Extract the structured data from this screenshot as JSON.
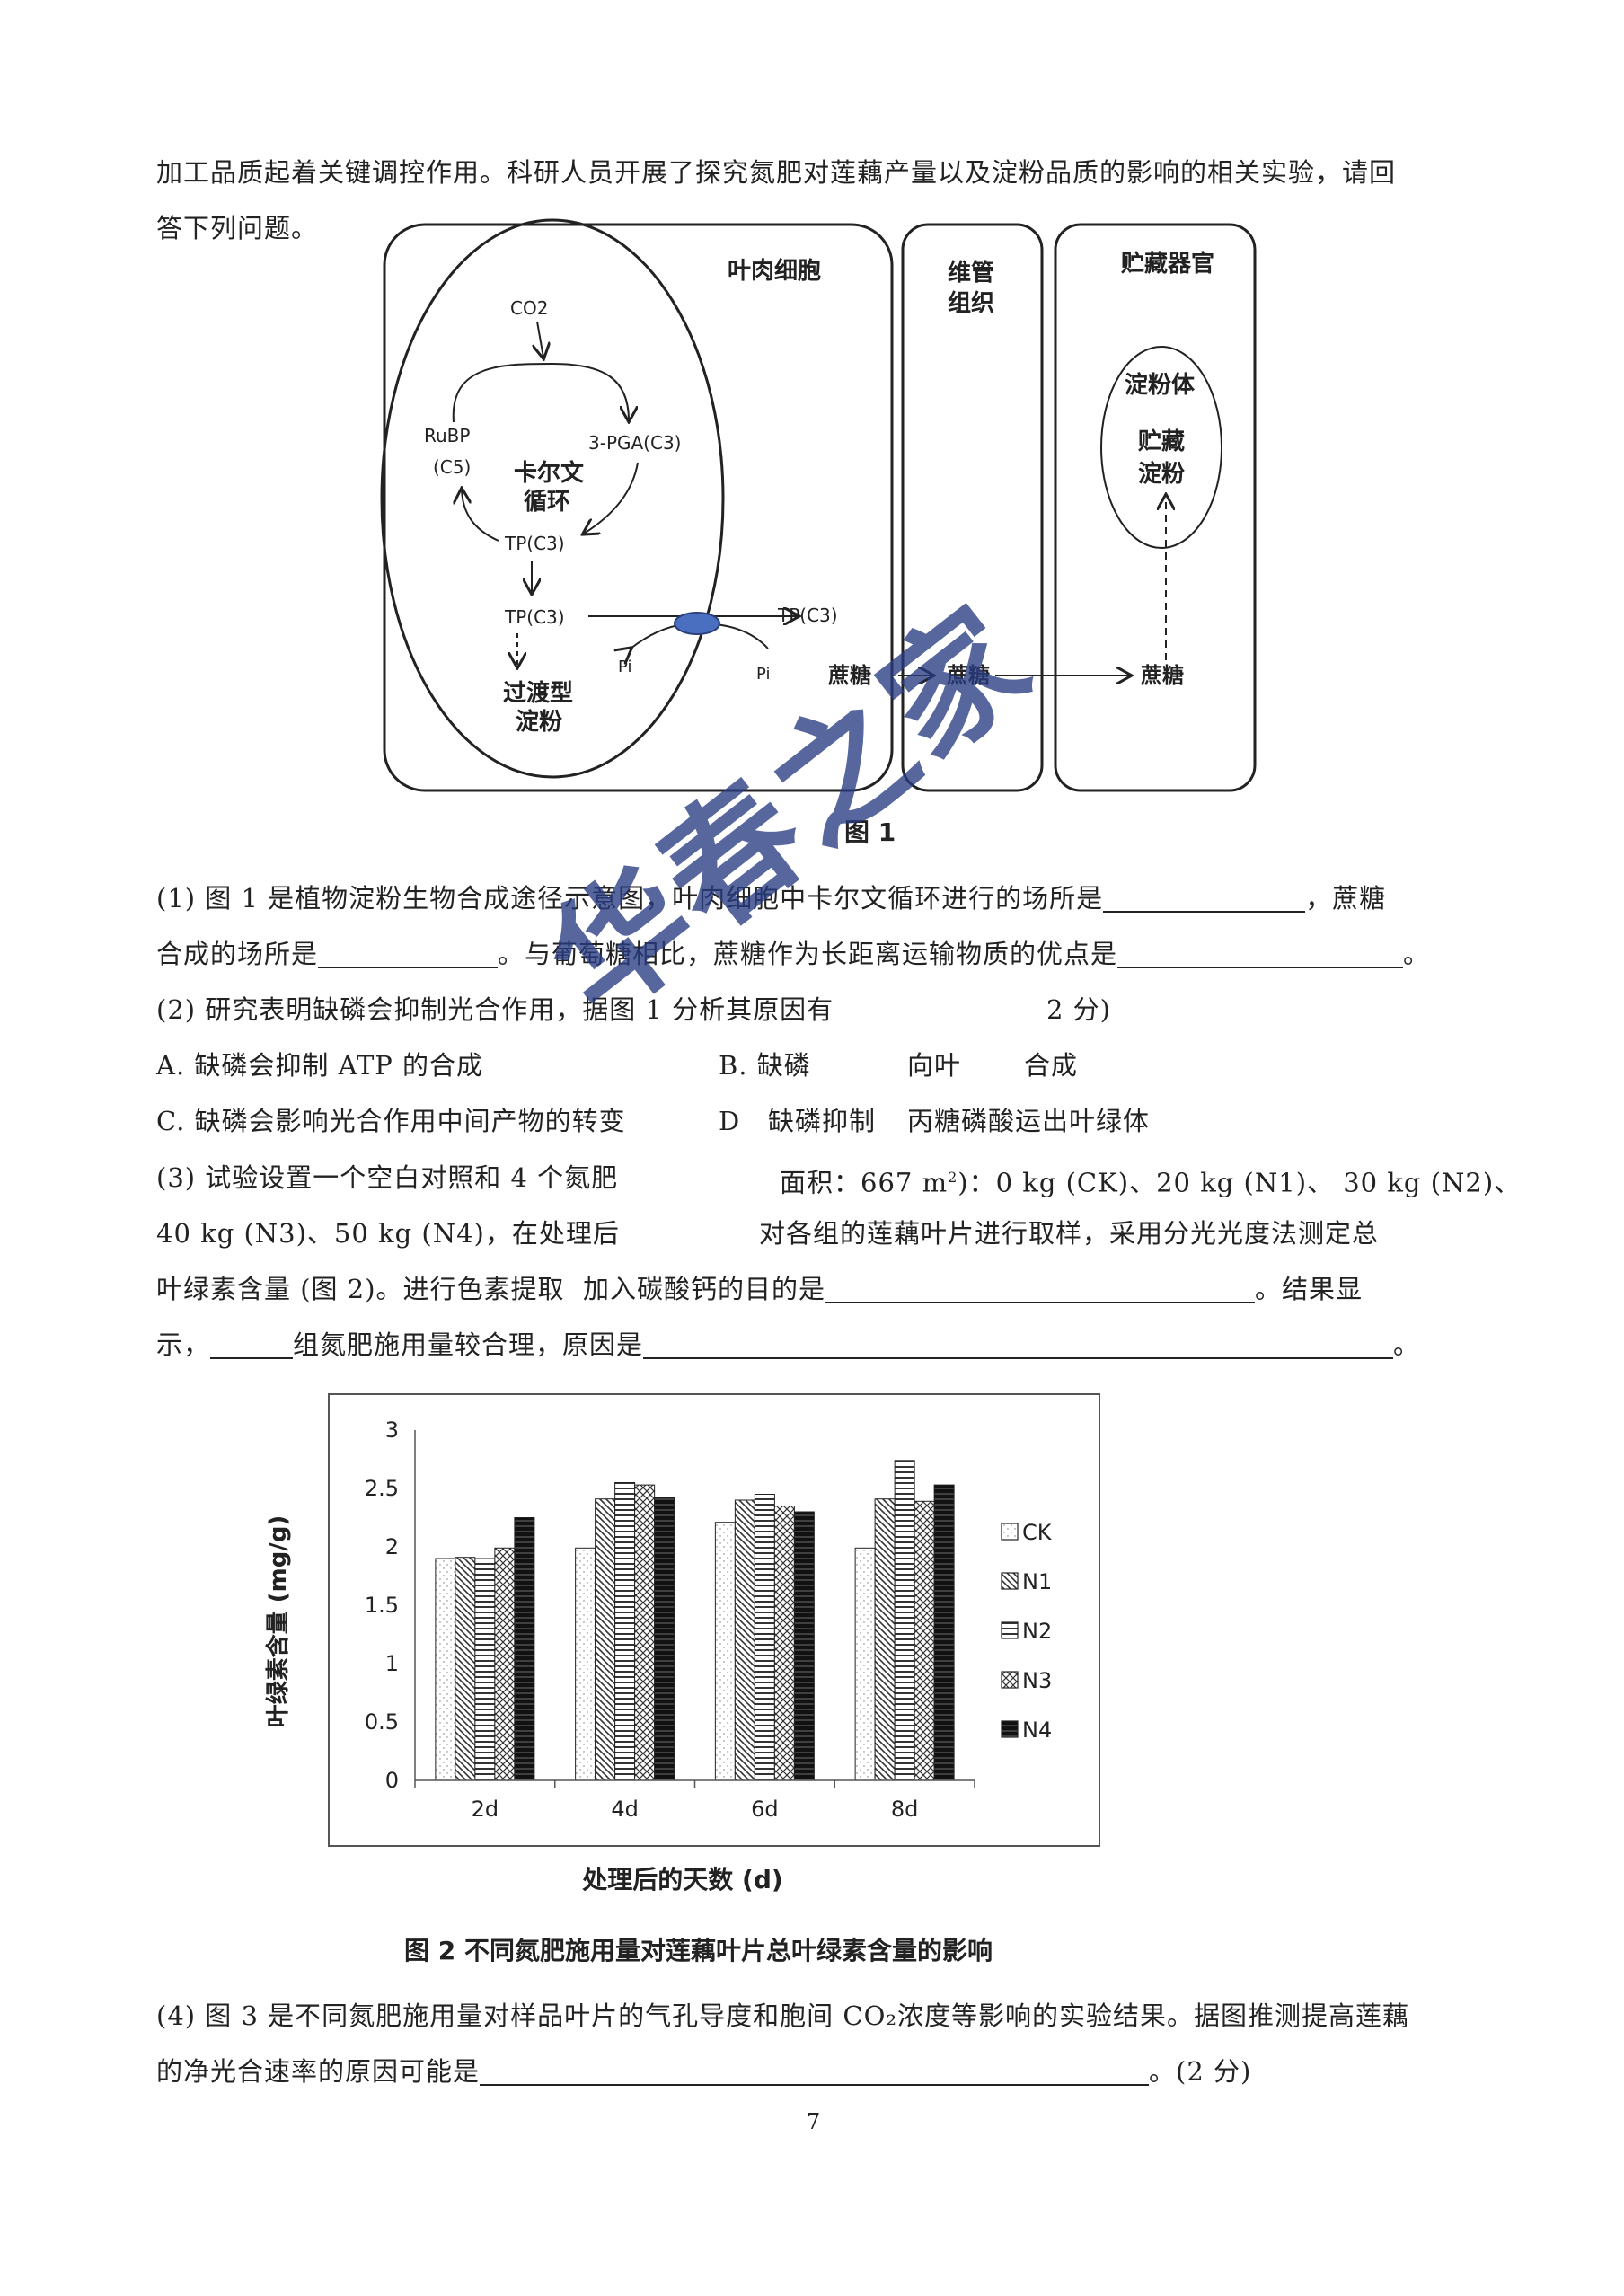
{
  "intro": {
    "line1": "加工品质起着关键调控作用。科研人员开展了探究氮肥对莲藕产量以及淀粉品质的影响的相关实验，请回",
    "line2": "答下列问题。"
  },
  "figure1": {
    "cell_label": "叶肉细胞",
    "co2": "CO2",
    "rubp": "RuBP",
    "c5": "(C5)",
    "pga": "3-PGA(C3)",
    "calvin1": "卡尔文",
    "calvin2": "循环",
    "tp1": "TP(C3)",
    "tp2": "TP(C3)",
    "tp3": "TP(C3)",
    "pi1": "Pi",
    "pi2": "Pi",
    "transit1": "过渡型",
    "transit2": "淀粉",
    "sucrose1": "蔗糖",
    "sucrose2": "蔗糖",
    "sucrose3": "蔗糖",
    "vascular1": "维管",
    "vascular2": "组织",
    "storage_organ": "贮藏器官",
    "amyloplast": "淀粉体",
    "stored1": "贮藏",
    "stored2": "淀粉",
    "caption": "图 1"
  },
  "q1": {
    "line1a": "(1) 图 1 是植物淀粉生物合成途径示意图，叶肉细胞中卡尔文循环进行的场所是",
    "line1b": "，蔗糖",
    "line2a": "合成的场所是",
    "line2b": "。与葡萄糖相比，蔗糖作为长距离运输物质的优点是",
    "line2c": "。"
  },
  "q2": {
    "stem": "(2) 研究表明缺磷会抑制光合作用，据图 1 分析其原因有",
    "stem_tail": "2 分)",
    "optA": "A. 缺磷会抑制 ATP 的合成",
    "optB": "B. 缺磷",
    "optB_tail": "向叶",
    "optB_end": "合成",
    "optC": "C. 缺磷会影响光合作用中间产物的转变",
    "optD": "D",
    "optD_mid": "缺磷抑制",
    "optD_end": "丙糖磷酸运出叶绿体"
  },
  "q3": {
    "line1a": "(3) 试验设置一个空白对照和 4 个氮肥",
    "line1b": "面积：667 m",
    "line1sup": "2",
    "line1c": ")：0 kg (CK)、20 kg (N1)、 30 kg (N2)、",
    "line2a": "40 kg (N3)、50 kg (N4)，在处理后",
    "line2b": "对各组的莲藕叶片进行取样，采用分光光度法测定总",
    "line3a": "叶绿素含量 (图 2)。进行色素提取",
    "line3b": "加入碳酸钙的目的是",
    "line3c": "。结果显",
    "line4a": "示，",
    "line4b": "组氮肥施用量较合理，原因是",
    "line4c": "。"
  },
  "chart_data": {
    "type": "bar",
    "categories": [
      "2d",
      "4d",
      "6d",
      "8d"
    ],
    "series": [
      {
        "name": "CK",
        "values": [
          1.9,
          1.99,
          2.21,
          1.99
        ]
      },
      {
        "name": "N1",
        "values": [
          1.91,
          2.41,
          2.4,
          2.41
        ]
      },
      {
        "name": "N2",
        "values": [
          1.9,
          2.55,
          2.45,
          2.74
        ]
      },
      {
        "name": "N3",
        "values": [
          1.99,
          2.53,
          2.35,
          2.39
        ]
      },
      {
        "name": "N4",
        "values": [
          2.25,
          2.42,
          2.3,
          2.53
        ]
      }
    ],
    "ylim": [
      0,
      3
    ],
    "yticks": [
      "0",
      "0.5",
      "1",
      "1.5",
      "2",
      "2.5",
      "3"
    ],
    "ylabel": "叶绿素含量 (mg/g)",
    "xlabel": "处理后的天数 (d)",
    "legend_position": "right",
    "grid": false,
    "title": "图 2 不同氮肥施用量对莲藕叶片总叶绿素含量的影响"
  },
  "q4": {
    "line1": "(4) 图 3 是不同氮肥施用量对样品叶片的气孔导度和胞间 CO₂浓度等影响的实验结果。据图推测提高莲藕",
    "line2a": "的净光合速率的原因可能是",
    "line2b": "。(2 分)"
  },
  "page_number": "7",
  "watermark": "华春之家"
}
